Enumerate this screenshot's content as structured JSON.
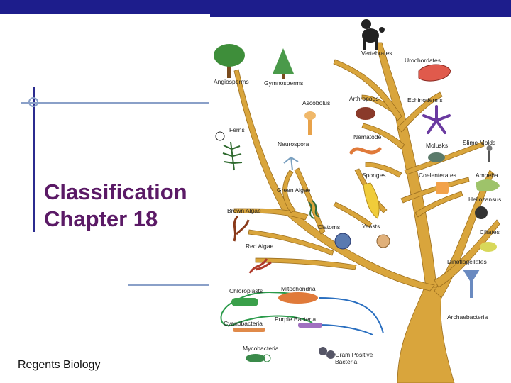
{
  "slide": {
    "title_line1": "Classification",
    "title_line2": "Chapter 18",
    "footer": "Regents Biology"
  },
  "diagram": {
    "labels": {
      "vertebrates": "Vertebrates",
      "urochordates": "Urochordates",
      "angiosperms": "Angiosperms",
      "gymnosperms": "Gymnosperms",
      "ascobolus": "Ascobolus",
      "arthropods": "Arthropods",
      "echinoderms": "Echinoderms",
      "ferns": "Ferns",
      "nematode": "Nematode",
      "neurospora": "Neurospora",
      "molusks": "Molusks",
      "slime_molds": "Slime Molds",
      "sponges": "Sponges",
      "coelenterates": "Coelenterates",
      "amoeba": "Amoeba",
      "green_algae": "Green Algae",
      "heliozansus": "Heliozansus",
      "brown_algae": "Brown Algae",
      "diatoms": "Diatoms",
      "yeasts": "Yeasts",
      "ciliates": "Ciliates",
      "red_algae": "Red Algae",
      "dinoflagellates": "Dinoflagellates",
      "chloroplasts": "Chloroplasts",
      "mitochondria": "Mitochondria",
      "cyanobacteria": "Cyanobacteria",
      "purple_bacteria": "Purple Bacteria",
      "archaebacteria": "Archaebacteria",
      "mycobacteria": "Mycobacteria",
      "gram_positive": "Gram Positive",
      "bacteria": "Bacteria"
    },
    "colors": {
      "trunk": "#d9a53c",
      "trunk_outline": "#9c6f1f",
      "title": "#5b1a66",
      "bar": "#1d1d8c"
    }
  }
}
